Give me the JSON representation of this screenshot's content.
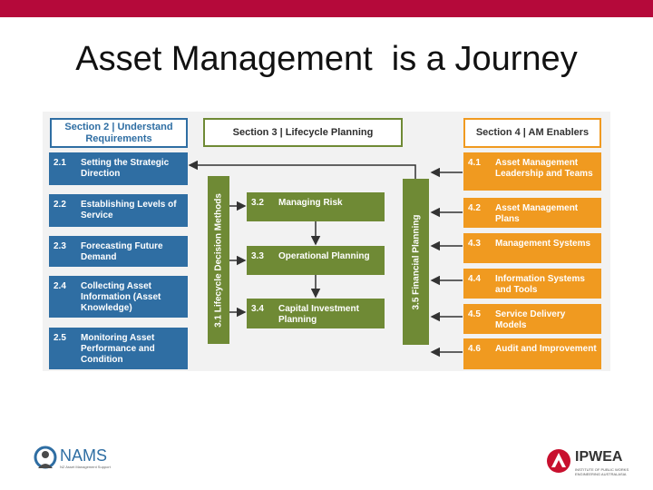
{
  "header": {
    "title": "Asset Management  is a Journey"
  },
  "section2": {
    "header": "Section 2 | Understand Requirements",
    "items": [
      {
        "num": "2.1",
        "label": "Setting the Strategic Direction"
      },
      {
        "num": "2.2",
        "label": "Establishing Levels of Service"
      },
      {
        "num": "2.3",
        "label": "Forecasting Future Demand"
      },
      {
        "num": "2.4",
        "label": "Collecting Asset Information (Asset Knowledge)"
      },
      {
        "num": "2.5",
        "label": "Monitoring Asset Performance and Condition"
      }
    ]
  },
  "section3": {
    "header": "Section 3 | Lifecycle Planning",
    "left_bar": "3.1 Lifecycle Decision Methods",
    "right_bar": "3.5 Financial Planning",
    "items": [
      {
        "num": "3.2",
        "label": "Managing Risk"
      },
      {
        "num": "3.3",
        "label": "Operational Planning"
      },
      {
        "num": "3.4",
        "label": "Capital Investment Planning"
      }
    ]
  },
  "section4": {
    "header": "Section 4 | AM Enablers",
    "items": [
      {
        "num": "4.1",
        "label": "Asset Management Leadership and Teams"
      },
      {
        "num": "4.2",
        "label": "Asset Management Plans"
      },
      {
        "num": "4.3",
        "label": "Management Systems"
      },
      {
        "num": "4.4",
        "label": "Information Systems and Tools"
      },
      {
        "num": "4.5",
        "label": "Service Delivery Models"
      },
      {
        "num": "4.6",
        "label": "Audit and Improvement"
      }
    ]
  },
  "logos": {
    "left": {
      "name": "NAMS",
      "sub": "NZ Asset Management Support"
    },
    "right": {
      "name": "IPWEA",
      "sub1": "INSTITUTE OF PUBLIC WORKS",
      "sub2": "ENGINEERING AUSTRALASIA"
    }
  },
  "colors": {
    "brand_bar": "#b5093a",
    "section2": "#2f6ea3",
    "section3": "#6f8a35",
    "section4": "#f09a20"
  }
}
